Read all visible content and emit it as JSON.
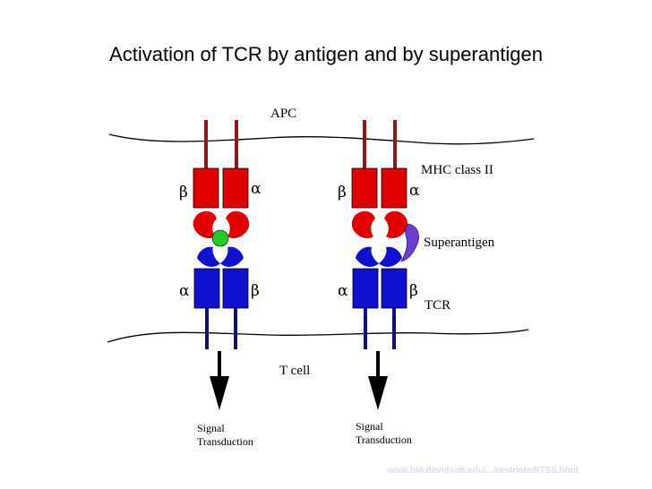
{
  "title": "Activation of TCR by antigen and  by superantigen",
  "labels": {
    "apc": "APC",
    "mhc": "MHC class II",
    "superantigen": "Superantigen",
    "tcr": "TCR",
    "tcell": "T cell",
    "signal_left_1": "Signal",
    "signal_left_2": "Transduction",
    "signal_right_1": "Signal",
    "signal_right_2": "Transduction",
    "beta": "β",
    "alpha": "α"
  },
  "credit": "www.bio.davidson.edu/.../restricted/TSS.html",
  "colors": {
    "mhc": "#e00000",
    "tcr": "#1010d0",
    "antigen": "#22cc22",
    "superantigen": "#6a3fd0",
    "stem_mhc": "#8b1a1a",
    "stem_tcr": "#10107a"
  }
}
